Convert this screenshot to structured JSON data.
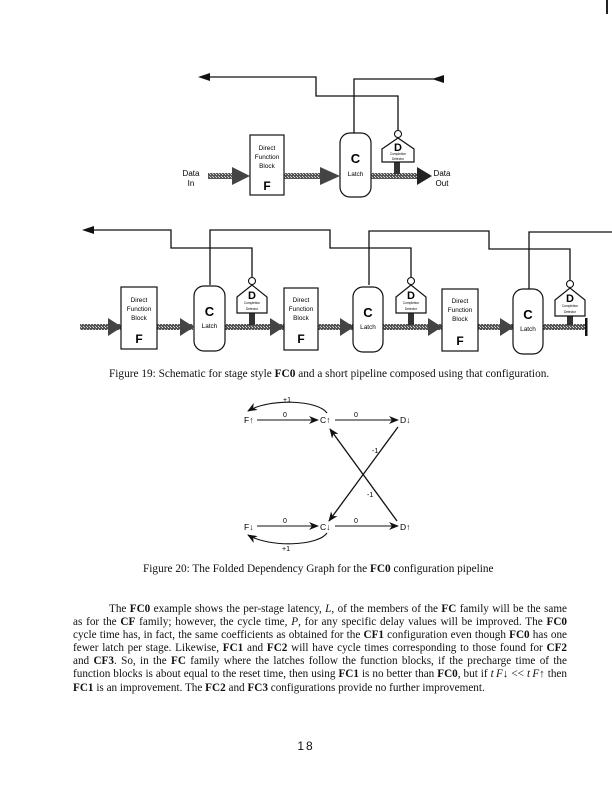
{
  "page": {
    "page_number": "18"
  },
  "figure19": {
    "block_label_line1": "Direct",
    "block_label_line2": "Function",
    "block_label_line3": "Block",
    "block_letter": "F",
    "latch_letter": "C",
    "latch_label": "Latch",
    "detector_letter": "D",
    "detector_label_line1": "Completion",
    "detector_label_line2": "Detector",
    "data_in_line1": "Data",
    "data_in_line2": "In",
    "data_out_line1": "Data",
    "data_out_line2": "Out",
    "caption_prefix": "Figure 19: Schematic for stage style ",
    "caption_bold": "FC0",
    "caption_suffix": " and a short pipeline composed using that configuration."
  },
  "figure20": {
    "nodes": {
      "f_up": "F↑",
      "c_up": "C↑",
      "d_down": "D↓",
      "f_down": "F↓",
      "c_down": "C↓",
      "d_up": "D↑"
    },
    "edges": {
      "f_up_to_c_up": "0",
      "c_up_to_d_down": "0",
      "c_up_to_f_up": "+1",
      "d_down_to_c_down": "-1",
      "d_up_to_c_up": "-1",
      "f_down_to_c_down": "0",
      "c_down_to_d_up": "0",
      "c_down_to_f_down": "+1"
    },
    "caption_prefix": "Figure 20:  The Folded Dependency Graph for the ",
    "caption_bold": "FC0",
    "caption_suffix": " configuration pipeline"
  },
  "paragraph": {
    "s1": "The ",
    "b1": "FC0",
    "s2": " example shows the per-stage latency, ",
    "i1": "L",
    "s3": ", of the members of the ",
    "b2": "FC",
    "s4": " family will be the same as for the ",
    "b3": "CF",
    "s5": " family; however, the cycle time, ",
    "i2": "P",
    "s6": ", for any specific delay values will be improved. The ",
    "b4": "FC0",
    "s7": " cycle time has, in fact, the same coefficients as obtained for the ",
    "b5": "CF1",
    "s8": " configuration even though ",
    "b6": "FC0",
    "s9": " has one fewer latch per stage. Likewise, ",
    "b7": "FC1",
    "s10": " and ",
    "b8": "FC2",
    "s11": " will have cycle times corresponding to those found for ",
    "b9": "CF2",
    "s12": " and ",
    "b10": "CF3",
    "s13": ". So, in the ",
    "b11": "FC",
    "s14": " family where the latches follow the function blocks, if the precharge time of the function blocks is about equal to the reset time, then using ",
    "b12": "FC1",
    "s15": " is no better than ",
    "b13": "FC0",
    "s16": ",  but if ",
    "i3": "t F↓",
    "s17": " << ",
    "i4": "t F↑",
    "s18": "  then ",
    "b14": "FC1",
    "s19": " is an improvement.  The ",
    "b15": "FC2",
    "s20": " and ",
    "b16": "FC3",
    "s21": " configurations provide no further improvement."
  }
}
